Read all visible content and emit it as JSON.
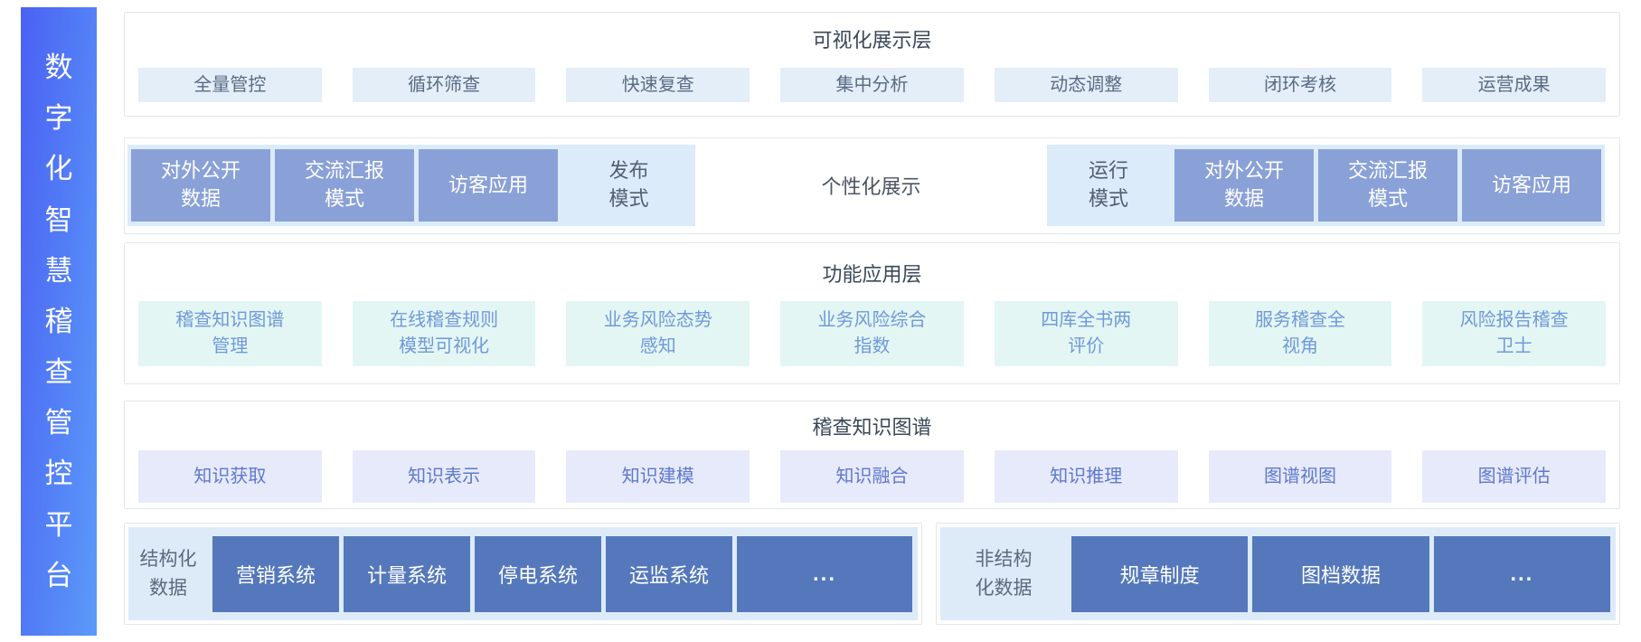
{
  "sidebar": {
    "title": "数字化智慧稽查管控平台"
  },
  "visual_layer": {
    "title": "可视化展示层",
    "items": [
      "全量管控",
      "循环筛查",
      "快速复查",
      "集中分析",
      "动态调整",
      "闭环考核",
      "运营成果"
    ]
  },
  "display_modes": {
    "publish": {
      "label": "发布\n模式",
      "boxes": [
        "对外公开\n数据",
        "交流汇报\n模式",
        "访客应用"
      ]
    },
    "center_label": "个性化展示",
    "running": {
      "label": "运行\n模式",
      "boxes": [
        "对外公开\n数据",
        "交流汇报\n模式",
        "访客应用"
      ]
    }
  },
  "function_layer": {
    "title": "功能应用层",
    "items": [
      "稽查知识图谱\n管理",
      "在线稽查规则\n模型可视化",
      "业务风险态势\n感知",
      "业务风险综合\n指数",
      "四库全书两\n评价",
      "服务稽查全\n视角",
      "风险报告稽查\n卫士"
    ]
  },
  "knowledge_graph_layer": {
    "title": "稽查知识图谱",
    "items": [
      "知识获取",
      "知识表示",
      "知识建模",
      "知识融合",
      "知识推理",
      "图谱视图",
      "图谱评估"
    ]
  },
  "data_layer": {
    "structured": {
      "label": "结构化\n数据",
      "boxes": [
        "营销系统",
        "计量系统",
        "停电系统",
        "运监系统",
        "..."
      ]
    },
    "unstructured": {
      "label": "非结构\n化数据",
      "boxes": [
        "规章制度",
        "图档数据",
        "..."
      ]
    }
  },
  "colors": {
    "sidebar_gradient_start": "#4a61f3",
    "sidebar_gradient_end": "#5b9af9",
    "row_border": "#e3e6eb",
    "visual_item_bg": "#e4eef8",
    "function_item_bg": "#e3f6f3",
    "knowledge_item_bg": "#e7eafb",
    "mode_panel_bg": "#dcebfa",
    "mode_box_bg": "#8aa1d8",
    "data_panel_bg": "#ddeaf8",
    "data_box_bg": "#5478bb"
  }
}
